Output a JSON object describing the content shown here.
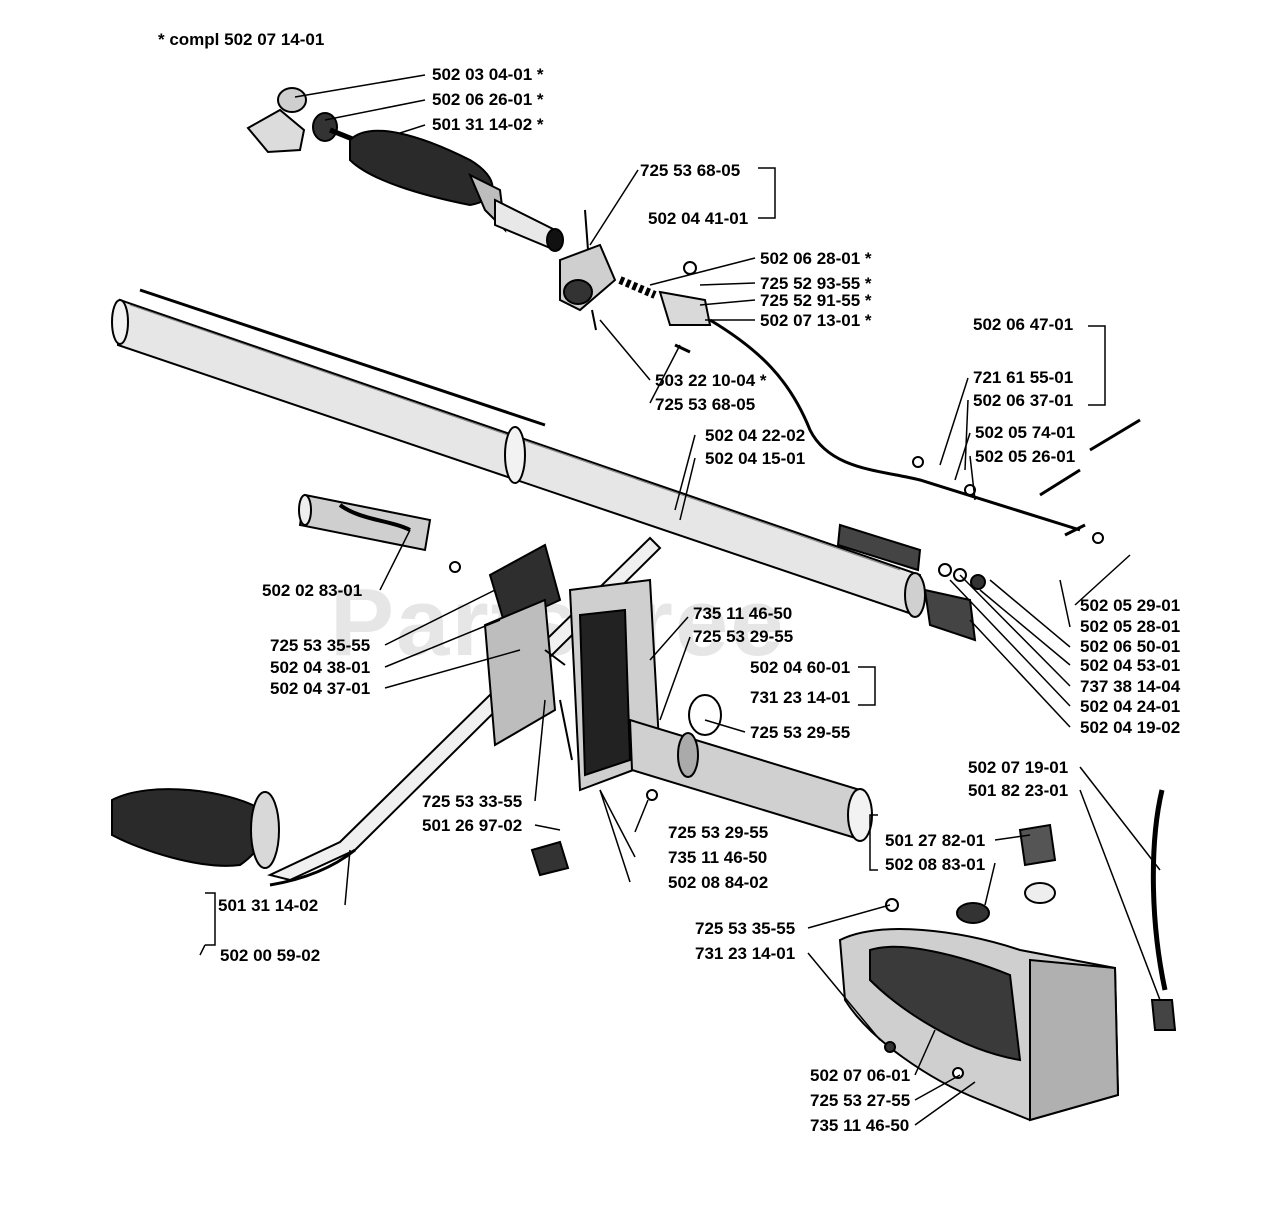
{
  "header": {
    "compl_note": "*  compl 502 07 14-01"
  },
  "watermark": "PartsTree",
  "labels": [
    {
      "id": "l01",
      "text": "502 03 04-01  *"
    },
    {
      "id": "l02",
      "text": "502 06 26-01  *"
    },
    {
      "id": "l03",
      "text": "501 31 14-02  *"
    },
    {
      "id": "l04",
      "text": "725 53 68-05"
    },
    {
      "id": "l05",
      "text": "502 04 41-01"
    },
    {
      "id": "l06",
      "text": "502 06 28-01  *"
    },
    {
      "id": "l07",
      "text": "725 52 93-55  *"
    },
    {
      "id": "l08",
      "text": "725 52 91-55  *"
    },
    {
      "id": "l09",
      "text": "502 07 13-01  *"
    },
    {
      "id": "l10",
      "text": "503 22 10-04  *"
    },
    {
      "id": "l11",
      "text": "725 53 68-05"
    },
    {
      "id": "l12",
      "text": "502 06 47-01"
    },
    {
      "id": "l13",
      "text": "721 61 55-01"
    },
    {
      "id": "l14",
      "text": "502 06 37-01"
    },
    {
      "id": "l15",
      "text": "502 04 22-02"
    },
    {
      "id": "l16",
      "text": "502 04 15-01"
    },
    {
      "id": "l17",
      "text": "502 05 74-01"
    },
    {
      "id": "l18",
      "text": "502 05 26-01"
    },
    {
      "id": "l19",
      "text": "502 02 83-01"
    },
    {
      "id": "l20",
      "text": "502 05 29-01"
    },
    {
      "id": "l21",
      "text": "502 05 28-01"
    },
    {
      "id": "l22",
      "text": "502 06 50-01"
    },
    {
      "id": "l23",
      "text": "502 04 53-01"
    },
    {
      "id": "l24",
      "text": "737 38 14-04"
    },
    {
      "id": "l25",
      "text": "502 04 24-01"
    },
    {
      "id": "l26",
      "text": "502 04 19-02"
    },
    {
      "id": "l27",
      "text": "735 11 46-50"
    },
    {
      "id": "l28",
      "text": "725 53 29-55"
    },
    {
      "id": "l29",
      "text": "502 04 60-01"
    },
    {
      "id": "l30",
      "text": "731 23 14-01"
    },
    {
      "id": "l31",
      "text": "725 53 29-55"
    },
    {
      "id": "l32",
      "text": "725 53 35-55"
    },
    {
      "id": "l33",
      "text": "502 04 38-01"
    },
    {
      "id": "l34",
      "text": "502 04 37-01"
    },
    {
      "id": "l35",
      "text": "502 07 19-01"
    },
    {
      "id": "l36",
      "text": "501 82 23-01"
    },
    {
      "id": "l37",
      "text": "725 53 33-55"
    },
    {
      "id": "l38",
      "text": "501 26 97-02"
    },
    {
      "id": "l39",
      "text": "725 53 29-55"
    },
    {
      "id": "l40",
      "text": "735 11 46-50"
    },
    {
      "id": "l41",
      "text": "502 08 84-02"
    },
    {
      "id": "l42",
      "text": "501 27 82-01"
    },
    {
      "id": "l43",
      "text": "502 08 83-01"
    },
    {
      "id": "l44",
      "text": "501 31 14-02"
    },
    {
      "id": "l45",
      "text": "502 00 59-02"
    },
    {
      "id": "l46",
      "text": "725 53 35-55"
    },
    {
      "id": "l47",
      "text": "731 23 14-01"
    },
    {
      "id": "l48",
      "text": "502 07 06-01"
    },
    {
      "id": "l49",
      "text": "725 53 27-55"
    },
    {
      "id": "l50",
      "text": "735 11 46-50"
    }
  ]
}
